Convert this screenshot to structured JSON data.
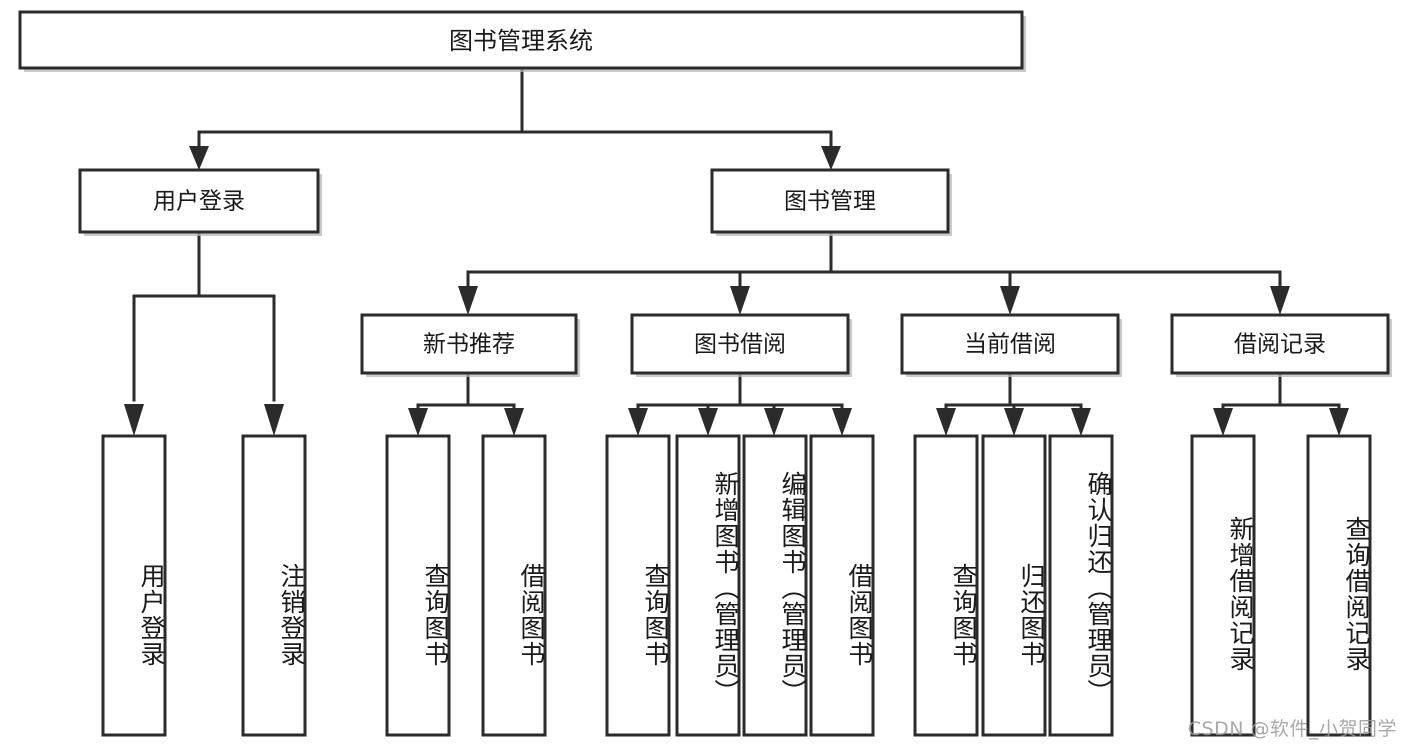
{
  "diagram": {
    "title_node": {
      "label": "图书管理系统"
    },
    "level2": [
      {
        "label": "用户登录"
      },
      {
        "label": "图书管理"
      }
    ],
    "level3": [
      {
        "label": "新书推荐"
      },
      {
        "label": "图书借阅"
      },
      {
        "label": "当前借阅"
      },
      {
        "label": "借阅记录"
      }
    ],
    "leaves": {
      "user_login": [
        {
          "label": "用户登录"
        },
        {
          "label": "注销登录"
        }
      ],
      "new_book_recommend": [
        {
          "label": "查询图书"
        },
        {
          "label": "借阅图书"
        }
      ],
      "book_borrow": [
        {
          "label": "查询图书"
        },
        {
          "label": "新增图书（管理员）"
        },
        {
          "label": "编辑图书（管理员）"
        },
        {
          "label": "借阅图书"
        }
      ],
      "current_borrow": [
        {
          "label": "查询图书"
        },
        {
          "label": "归还图书"
        },
        {
          "label": "确认归还（管理员）"
        }
      ],
      "borrow_record": [
        {
          "label": "新增借阅记录"
        },
        {
          "label": "查询借阅记录"
        }
      ]
    }
  },
  "watermark": {
    "text": "CSDN @软件_小贺同学"
  },
  "colors": {
    "stroke": "#2b2b2b",
    "fill": "#ffffff",
    "text": "#1a1a1a",
    "watermark": "#9a9a9a"
  }
}
